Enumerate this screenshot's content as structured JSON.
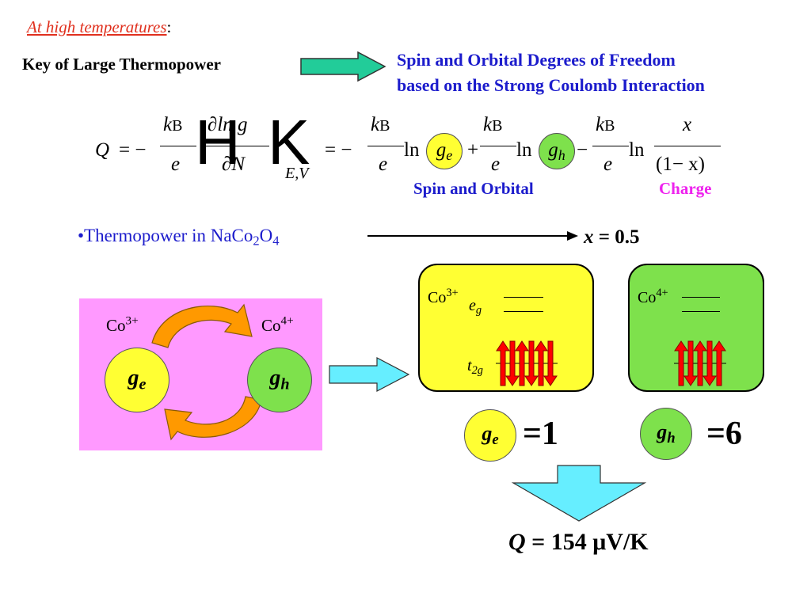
{
  "header": {
    "heading": "At high temperatures",
    "heading_colon": ":",
    "key_label": "Key of Large Thermopower",
    "spin_line1": "Spin and Orbital Degrees of Freedom",
    "spin_line2": "based on the Strong Coulomb Interaction"
  },
  "equation": {
    "Q": "Q",
    "eq_minus": "= −",
    "kB_k": "k",
    "kB_B": "B",
    "e": "e",
    "partial_ln_g": "∂ln g",
    "partial_N": "∂N",
    "glyph_H": "H",
    "glyph_K": "K",
    "EV": "E,V",
    "ln": "ln",
    "ge_g": "g",
    "ge_sub": "e",
    "gh_g": "g",
    "gh_sub": "h",
    "plus": "+",
    "minus": "−",
    "x": "x",
    "one_minus_x": "(1− x)",
    "label_spin": "Spin and Orbital",
    "label_charge": "Charge"
  },
  "thermo": {
    "bullet": "•Thermopower in NaCo",
    "sub2": "2",
    "O": "O",
    "sub4": "4",
    "x_eq": "x",
    "x_val": " = 0.5"
  },
  "pink": {
    "co": "Co",
    "co3_sup": "3+",
    "co4_sup": "4+",
    "g": "g",
    "e": "e",
    "h": "h"
  },
  "boxes": {
    "yellow_co": "Co",
    "yellow_sup": "3+",
    "eg_e": "e",
    "eg_g": "g",
    "t2g_t": "t",
    "t2g_sub": "2g",
    "green_co": "Co",
    "green_sup": "4+"
  },
  "results": {
    "ge_g": "g",
    "ge_sub": "e",
    "ge_val": "=1",
    "gh_g": "g",
    "gh_sub": "h",
    "gh_val": "=6",
    "q_label": "Q",
    "q_value": " = 154 μV/K"
  },
  "colors": {
    "red_heading": "#e0301e",
    "blue_text": "#1c1ccc",
    "magenta_text": "#ee22ee",
    "yellow": "#ffff33",
    "green": "#7ee14c",
    "pink": "#ff99ff",
    "cyan_arrow": "#66eeff",
    "teal_arrow": "#22cc99",
    "spin_arrow": "#ff0000",
    "hop_arrow": "#ff9900"
  }
}
